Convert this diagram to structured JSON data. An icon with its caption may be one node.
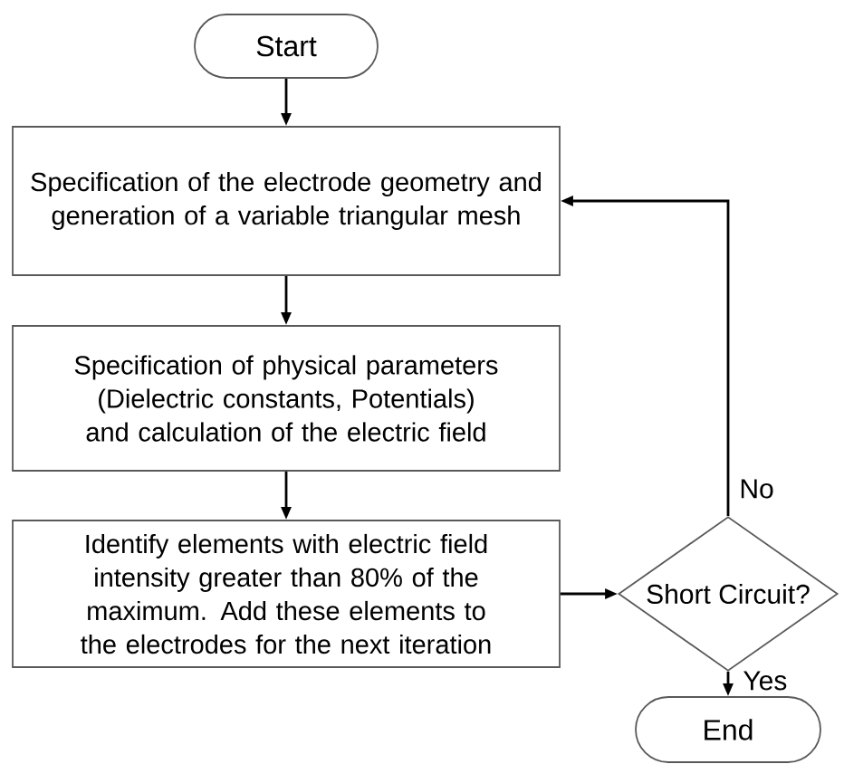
{
  "diagram": {
    "nodes": [
      {
        "text": [
          "Start"
        ]
      },
      {
        "text": [
          "Specification of the electrode geometry and generation of a variable triangular mesh"
        ]
      },
      {
        "text": [
          "Specification of physical parameters (Dielectric constants, Potentials) and calculation of the electric field"
        ]
      },
      {
        "text": [
          "Identify elements with electric field intensity greater than 80% of the maximum. Add these elements to the electrodes for the next iteration"
        ]
      },
      {
        "text": [
          "Short Circuit?"
        ]
      },
      {
        "text": [
          "End"
        ]
      }
    ],
    "edges": [
      {
        "from": 0,
        "to": 1,
        "arrow": "to"
      },
      {
        "from": 1,
        "to": 2,
        "arrow": "to"
      },
      {
        "from": 2,
        "to": 3,
        "arrow": "to"
      },
      {
        "from": 3,
        "to": 4,
        "arrow": "to"
      },
      {
        "from": 4,
        "to": 1,
        "arrow": "to",
        "label": "No"
      },
      {
        "from": 4,
        "to": 5,
        "arrow": "to",
        "label": "Yes"
      }
    ]
  }
}
